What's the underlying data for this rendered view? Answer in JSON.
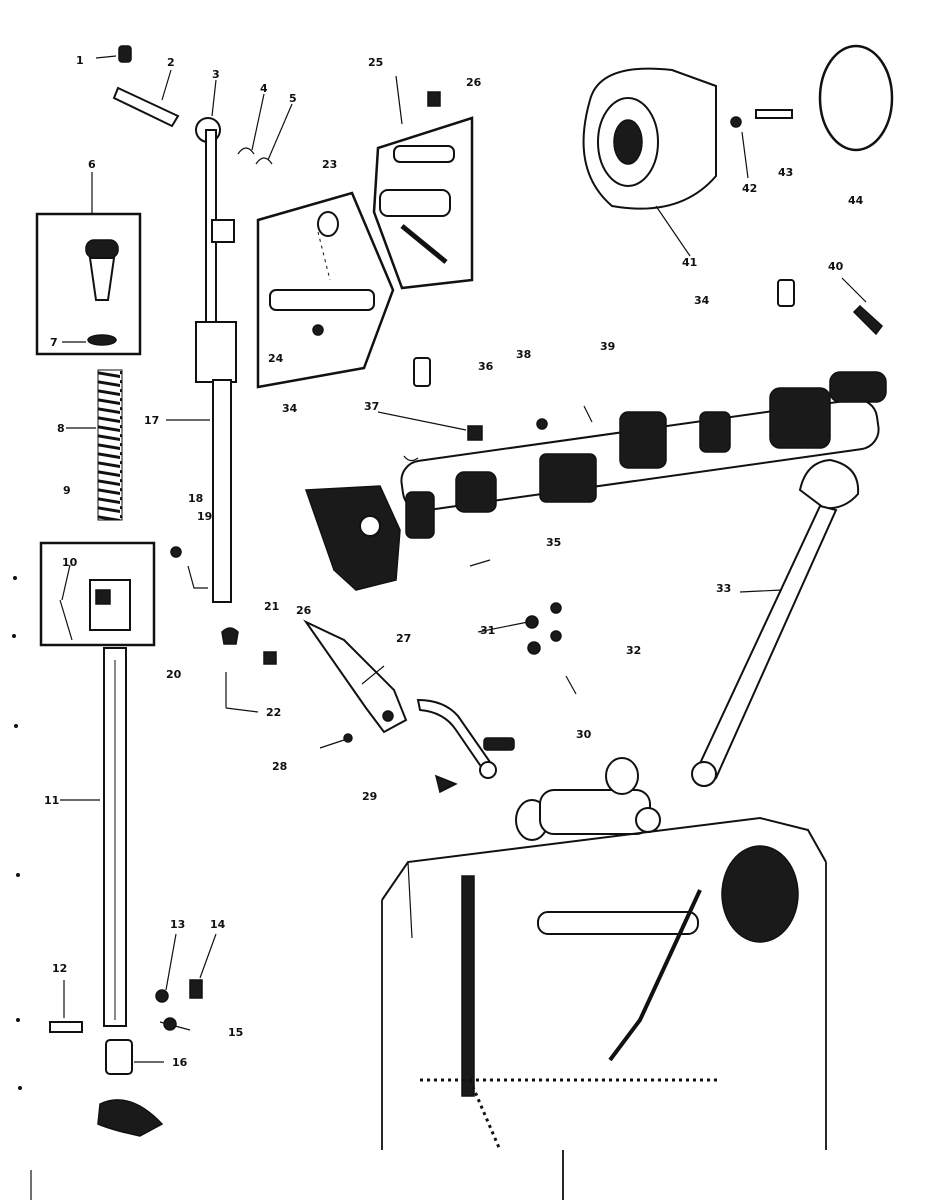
{
  "callouts": {
    "c1": "1",
    "c2": "2",
    "c3": "3",
    "c4": "4",
    "c5": "5",
    "c6": "6",
    "c7": "7",
    "c8": "8",
    "c9": "9",
    "c10": "10",
    "c11": "11",
    "c12": "12",
    "c13": "13",
    "c14": "14",
    "c15": "15",
    "c16": "16",
    "c17": "17",
    "c18": "18",
    "c19": "19",
    "c20": "20",
    "c21": "21",
    "c22": "22",
    "c23": "23",
    "c24": "24",
    "c25": "25",
    "c26": "26",
    "c27": "27",
    "c28": "28",
    "c29": "29",
    "c30": "30",
    "c31": "31",
    "c32": "32",
    "c33": "33",
    "c34": "34",
    "c35": "35",
    "c36": "36",
    "c37": "37",
    "c38": "38",
    "c39": "39",
    "c40": "40",
    "c41": "41",
    "c42": "42",
    "c43": "43",
    "c44": "44"
  }
}
